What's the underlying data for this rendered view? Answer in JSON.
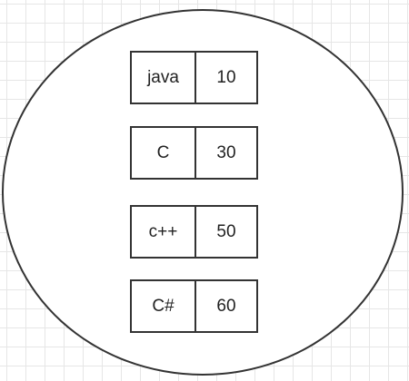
{
  "map": {
    "entries": [
      {
        "key": "java",
        "value": "10"
      },
      {
        "key": "C",
        "value": "30"
      },
      {
        "key": "c++",
        "value": "50"
      },
      {
        "key": "C#",
        "value": "60"
      }
    ]
  }
}
